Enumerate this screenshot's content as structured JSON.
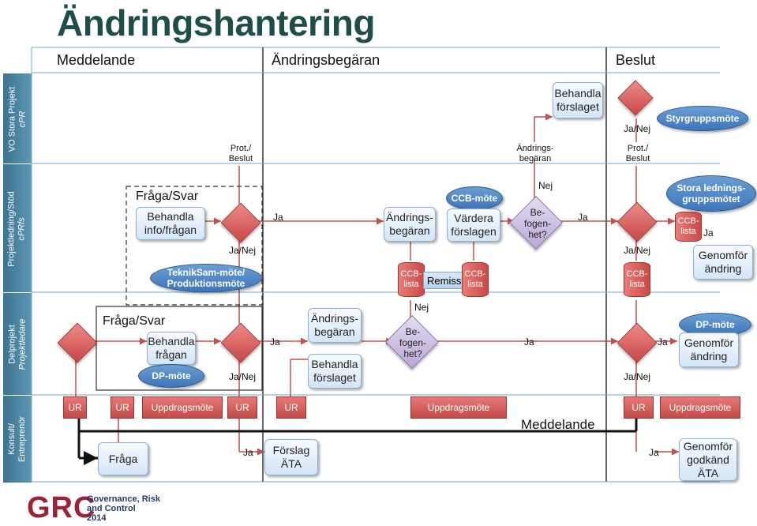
{
  "title": "Ändringshantering",
  "phases": [
    "Meddelande",
    "Ändringsbegäran",
    "Beslut"
  ],
  "lanes": [
    {
      "line1": "VO Stora Projekt",
      "line2": "cPR"
    },
    {
      "line1": "Projektledning/Stöd",
      "line2": "cPRfs"
    },
    {
      "line1": "Delprojekt",
      "line2": "Projektledare"
    },
    {
      "line1": "Konsult/",
      "line2": "Entreprenör"
    }
  ],
  "nodes": {
    "behandla_forslaget_top": "Behandla förslaget",
    "styrgruppsmote": "Styrgruppsmöte",
    "stora_ledningsgruppsmotet": "Stora lednings-gruppsmötet",
    "ccb_mote": "CCB-möte",
    "vardera_forslagen": "Värdera förslagen",
    "andringsbegaran_mid": "Ändrings-begäran",
    "andringsbegaran_del": "Ändrings-begäran",
    "behandla_forslaget_del": "Behandla förslaget",
    "fraga_svar_top": "Fråga/Svar",
    "behandla_info": "Behandla info/frågan",
    "teknik_mote": "TeknikSam-möte/ Produktionsmöte",
    "fraga_svar_bottom": "Fråga/Svar",
    "behandla_fragan": "Behandla frågan",
    "dp_mote_left": "DP-möte",
    "dp_mote_right": "DP-möte",
    "genomfor_andring_stl": "Genomför ändring",
    "genomfor_andring_dp": "Genomför ändring",
    "fraga": "Fråga",
    "forslag_ata": "Förslag ÄTA",
    "genomfor_godkand_ata": "Genomför godkänd ÄTA",
    "befogen_1": "Be-fogen-het?",
    "befogen_2": "Be-fogen-het?",
    "ccb_lista": "CCB-lista",
    "remiss": "Remiss",
    "prot_beslut": "Prot./ Beslut",
    "andringsbegaran_small": "Ändrings-begäran"
  },
  "ur_label": "UR",
  "uppdragsmote": "Uppdragsmöte",
  "meddelande_bottom": "Meddelande",
  "ja": "Ja",
  "nej": "Nej",
  "ja_nej": "Ja/Nej",
  "logo": {
    "mark": "GRC",
    "line1": "Governance, Risk",
    "line2": "and Control",
    "line3": "2014"
  },
  "colors": {
    "lane_label": "#4a86a4",
    "box_blue": "#cfe2f3",
    "oval_blue": "#4a80c0",
    "red": "#c74a47",
    "purple": "#b9a8d6",
    "title": "#1f4e4a"
  }
}
